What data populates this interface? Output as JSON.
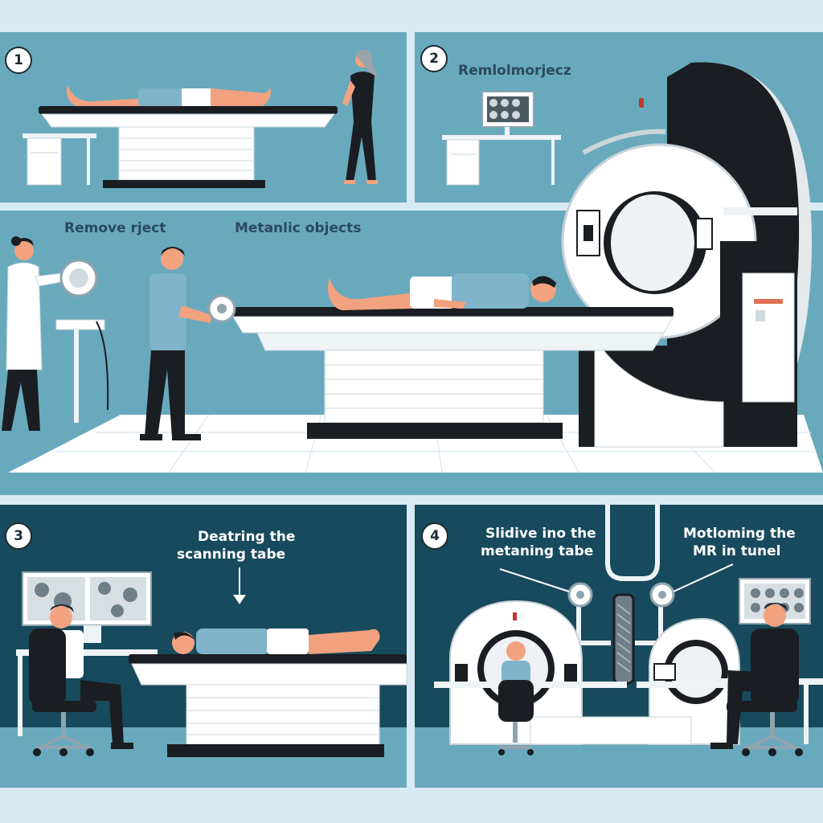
{
  "steps": [
    {
      "number": "1"
    },
    {
      "number": "2",
      "label": "Remlolmorjecz"
    },
    {
      "number": "3",
      "label_line1": "Deatring the",
      "label_line2": "scanning tabe"
    },
    {
      "number": "4",
      "label_a_line1": "Slidive ino the",
      "label_a_line2": "metaning tabe",
      "label_b_line1": "Motloming the",
      "label_b_line2": "MR in tunel"
    }
  ],
  "middle": {
    "label_left": "Remove rject",
    "label_right": "Metanlic objects"
  },
  "colors": {
    "teal": "#69a9bd",
    "dark_teal": "#174a5c",
    "border": "#d8eaf2",
    "black": "#1a1d21",
    "white": "#ffffff",
    "skin": "#f2a27e",
    "scrubs": "#7fb4cb"
  },
  "icons": [
    "mri-scanner-icon",
    "scanning-table-icon",
    "monitor-icon",
    "desk-icon",
    "office-chair-icon",
    "arrow-down-icon"
  ]
}
